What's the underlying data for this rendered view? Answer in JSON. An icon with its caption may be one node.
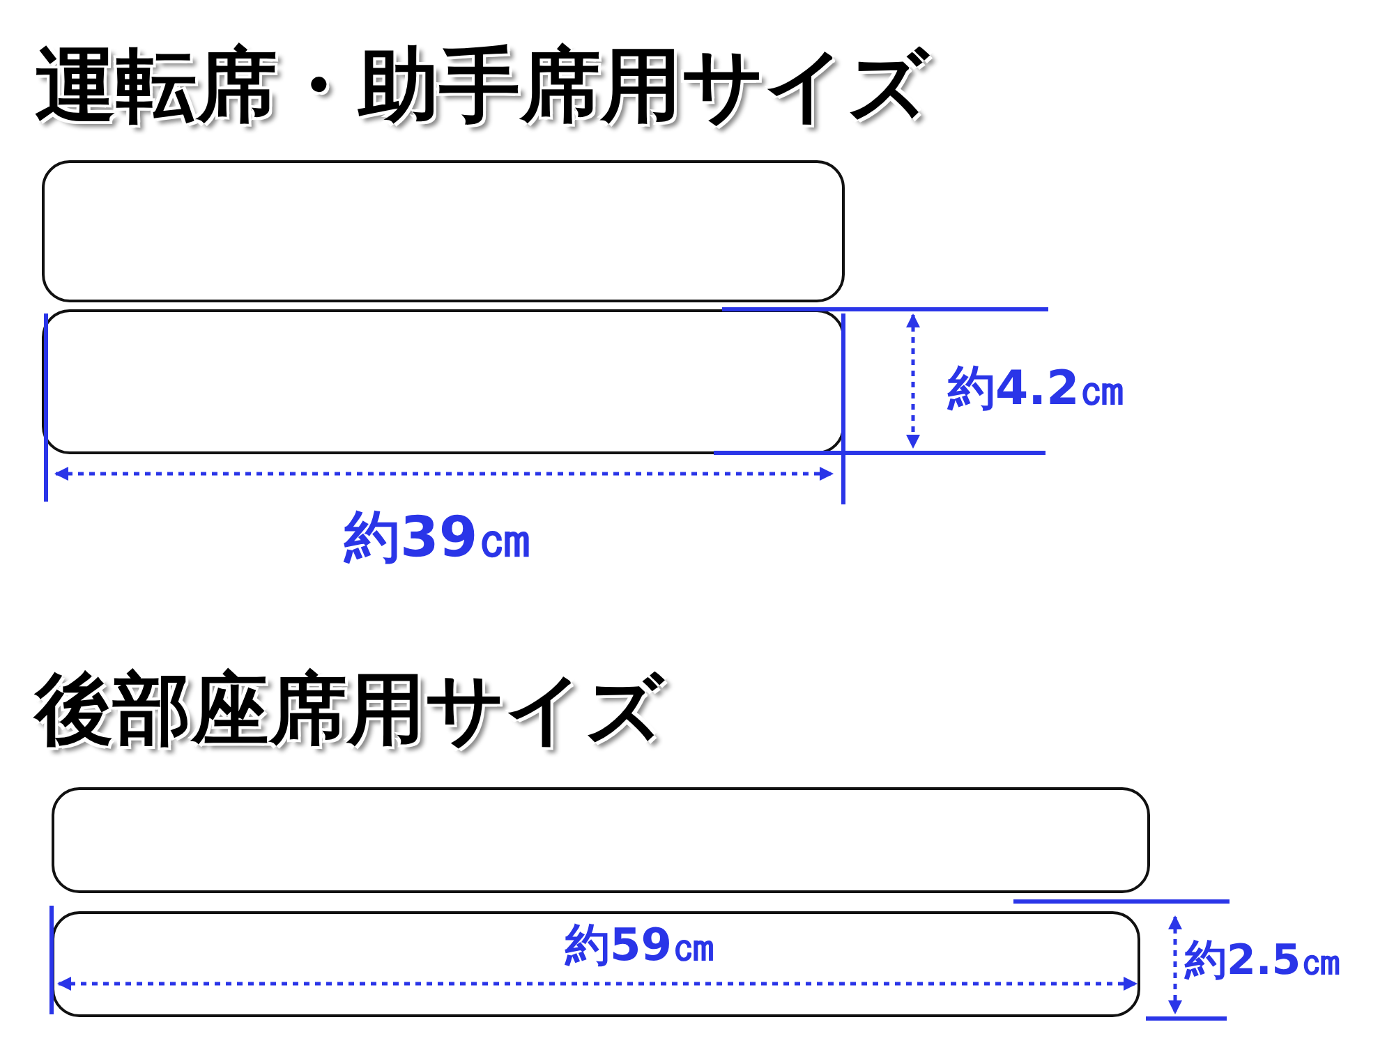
{
  "diagram": {
    "nodes": [
      {
        "text": [],
        "shape": "box"
      },
      {
        "text": [],
        "shape": "box"
      },
      {
        "text": [],
        "shape": "box"
      },
      {
        "text": [],
        "shape": "box"
      }
    ],
    "labels": [
      "運転席・助手席用サイズ",
      "約4.2㎝",
      "約39㎝",
      "後部座席用サイズ",
      "約59㎝",
      "約2.5㎝"
    ]
  }
}
